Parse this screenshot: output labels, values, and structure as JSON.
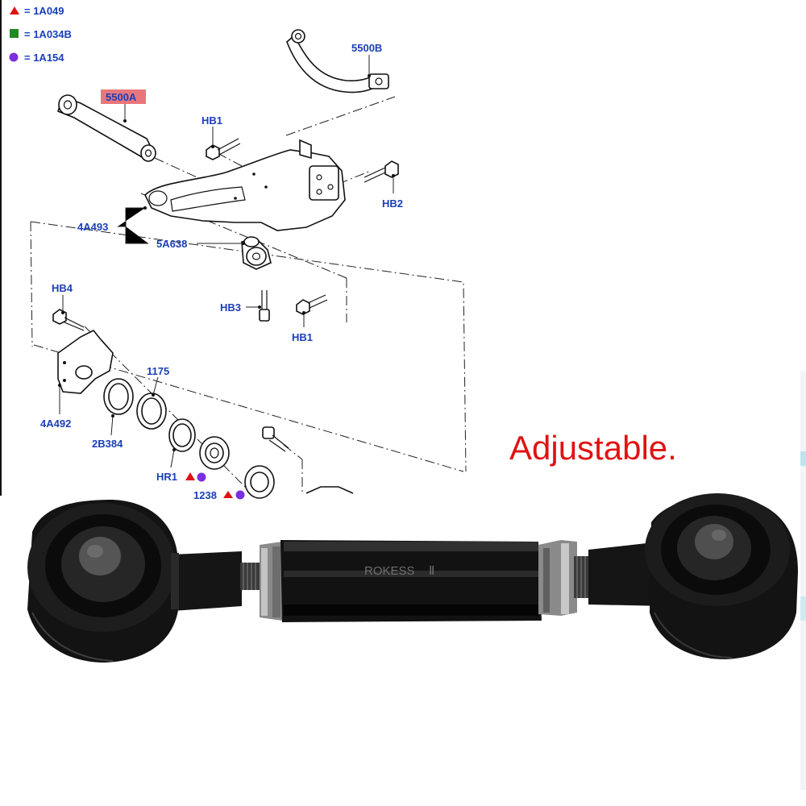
{
  "legend": [
    {
      "symbol": "red-triangle",
      "color": "#e11212",
      "text": "= 1A049"
    },
    {
      "symbol": "green-square",
      "color": "#1f8a1f",
      "text": "= 1A034B"
    },
    {
      "symbol": "purple-circle",
      "color": "#7a2fe0",
      "text": "= 1A154"
    }
  ],
  "labels": {
    "5500B": "5500B",
    "5500A": "5500A",
    "HB1_top": "HB1",
    "HB2": "HB2",
    "4A493": "4A493",
    "5A638": "5A638",
    "HB4": "HB4",
    "HB3": "HB3",
    "HB1_bottom": "HB1",
    "1175": "1175",
    "4A492": "4A492",
    "2B384": "2B384",
    "HR1": "HR1",
    "1238": "1238"
  },
  "highlight_color": "#e8777d",
  "caption": "Adjustable.",
  "product": {
    "engraving": "ROKESS",
    "engraving_suffix": "Ⅱ"
  },
  "colors": {
    "label_blue": "#1a3fb8",
    "caption_red": "#e11212"
  }
}
